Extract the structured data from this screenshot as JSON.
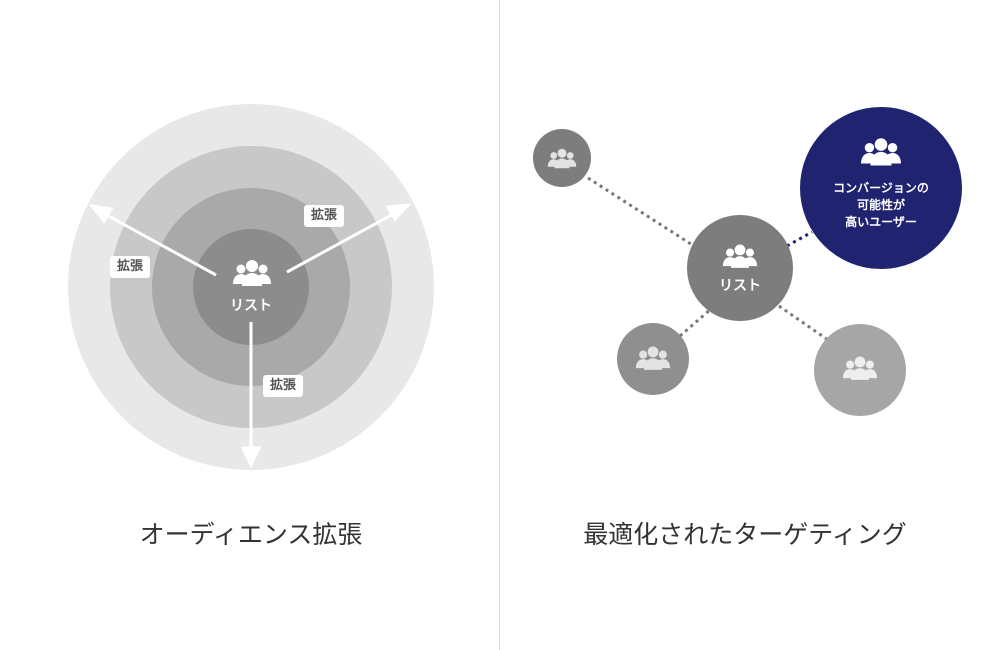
{
  "colors": {
    "ring_outer": "#e8e8e8",
    "ring_2": "#c8c8c8",
    "ring_3": "#a9a9a9",
    "ring_center": "#8c8c8c",
    "node_dark": "#7d7d7d",
    "node_mid": "#8f8f8f",
    "node_light": "#a6a6a6",
    "highlight": "#1f2370",
    "dotted_gray": "#777777"
  },
  "left": {
    "center_label": "リスト",
    "expand_label": "拡張",
    "caption": "オーディエンス拡張"
  },
  "right": {
    "center_label": "リスト",
    "highlight_line1": "コンバージョンの",
    "highlight_line2": "可能性が",
    "highlight_line3": "高いユーザー",
    "caption": "最適化されたターゲティング"
  },
  "icons": {
    "people": "people-group-icon",
    "arrow": "arrow-head-icon"
  }
}
